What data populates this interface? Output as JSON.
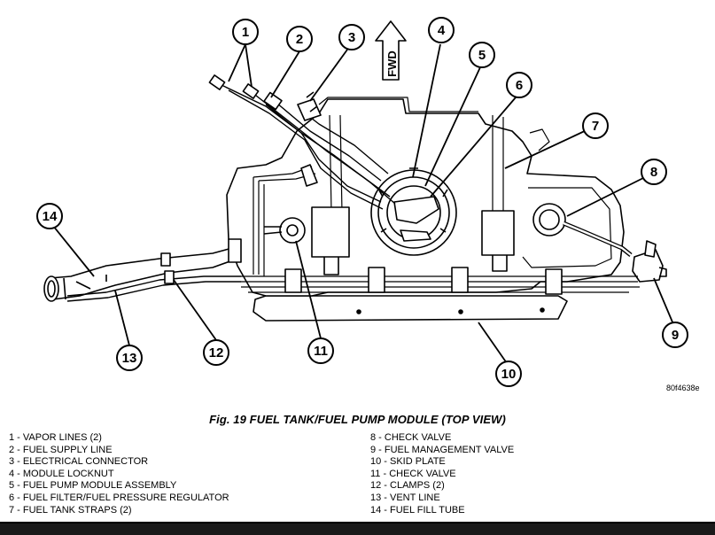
{
  "diagram": {
    "fwd_label": "FWD",
    "figure_code": "80f4638e",
    "callouts": [
      "1",
      "2",
      "3",
      "4",
      "5",
      "6",
      "7",
      "8",
      "9",
      "10",
      "11",
      "12",
      "13",
      "14"
    ]
  },
  "caption": "Fig. 19 FUEL TANK/FUEL PUMP MODULE (TOP VIEW)",
  "legend": {
    "left": [
      "1 - VAPOR LINES (2)",
      "2 - FUEL SUPPLY LINE",
      "3 - ELECTRICAL CONNECTOR",
      "4 - MODULE LOCKNUT",
      "5 - FUEL PUMP MODULE ASSEMBLY",
      "6 - FUEL FILTER/FUEL PRESSURE REGULATOR",
      "7 - FUEL TANK STRAPS (2)"
    ],
    "right": [
      "8 - CHECK VALVE",
      "9 - FUEL MANAGEMENT VALVE",
      "10 - SKID PLATE",
      "11 - CHECK VALVE",
      "12 - CLAMPS (2)",
      "13 - VENT LINE",
      "14 - FUEL FILL TUBE"
    ]
  }
}
